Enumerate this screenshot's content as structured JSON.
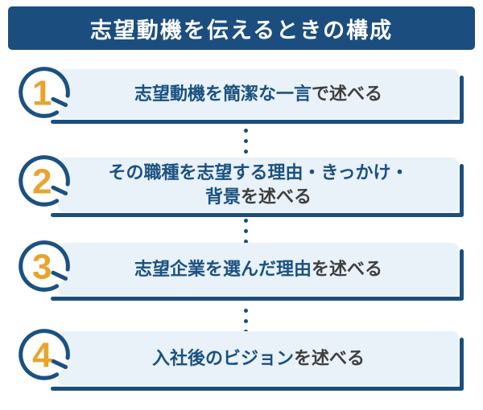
{
  "title": "志望動機を伝えるときの構成",
  "colors": {
    "banner_navy": "#1b4e7f",
    "circle_navy": "#1b5181",
    "box_light_blue": "#e9f1f9",
    "number_orange": "#e7a42e",
    "text_navy": "#1a5180",
    "text_gray": "#3f3f3f"
  },
  "steps": [
    {
      "number": "1",
      "lines": [
        {
          "highlight": "志望動機を簡潔な一言",
          "rest": "で述べる"
        }
      ]
    },
    {
      "number": "2",
      "lines": [
        {
          "highlight": "その職種を志望する理由・きっかけ・",
          "rest": ""
        },
        {
          "highlight": "背景",
          "rest": "を述べる"
        }
      ]
    },
    {
      "number": "3",
      "lines": [
        {
          "highlight": "志望企業を選んだ理由",
          "rest": "を述べる"
        }
      ]
    },
    {
      "number": "4",
      "lines": [
        {
          "highlight": "入社後のビジョン",
          "rest": "を述べる"
        }
      ]
    }
  ]
}
